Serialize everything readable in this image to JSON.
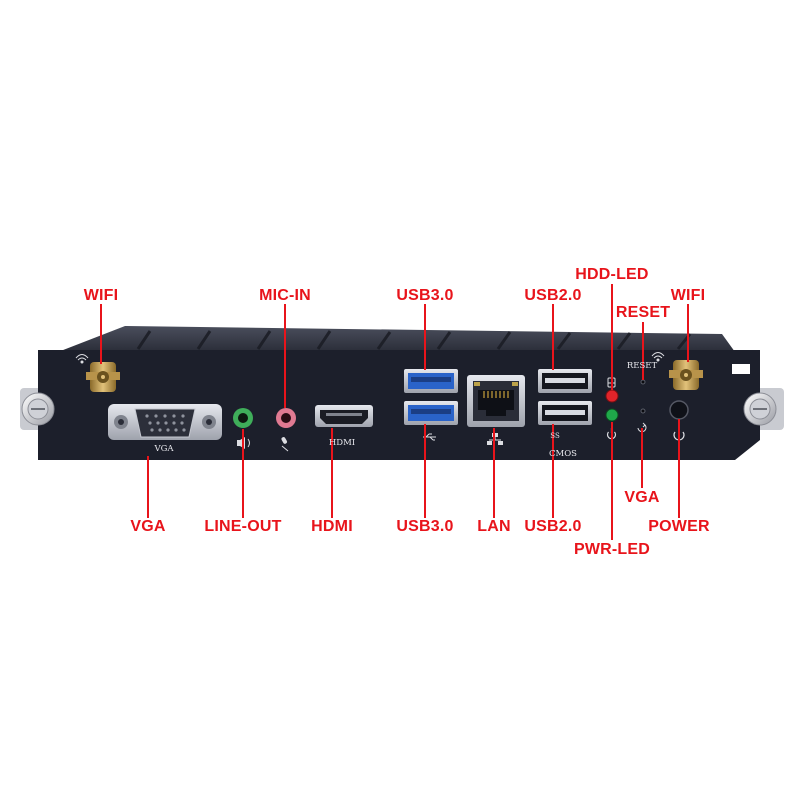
{
  "callouts": {
    "wifi_left": "WIFI",
    "mic_in": "MIC-IN",
    "usb30_top": "USB3.0",
    "usb20_top": "USB2.0",
    "hdd_led": "HDD-LED",
    "reset": "RESET",
    "wifi_right": "WIFI",
    "vga": "VGA",
    "line_out": "LINE-OUT",
    "hdmi": "HDMI",
    "usb30_bottom": "USB3.0",
    "lan": "LAN",
    "usb20_bottom": "USB2.0",
    "vga_button": "VGA",
    "power": "POWER",
    "pwr_led": "PWR-LED"
  },
  "panel_labels": {
    "vga": "VGA",
    "hdmi": "HDMI",
    "usb3": "SS",
    "cmos": "CMOS",
    "reset": "RESET"
  },
  "colors": {
    "callout": "#e8141b",
    "chassis": "#1c1f2b",
    "line_out_jack": "#3fae5a",
    "mic_in_jack": "#e07a92",
    "usb3_blue": "#2a63c9",
    "hdd_led": "#e0242a",
    "pwr_led": "#1fa84a"
  }
}
